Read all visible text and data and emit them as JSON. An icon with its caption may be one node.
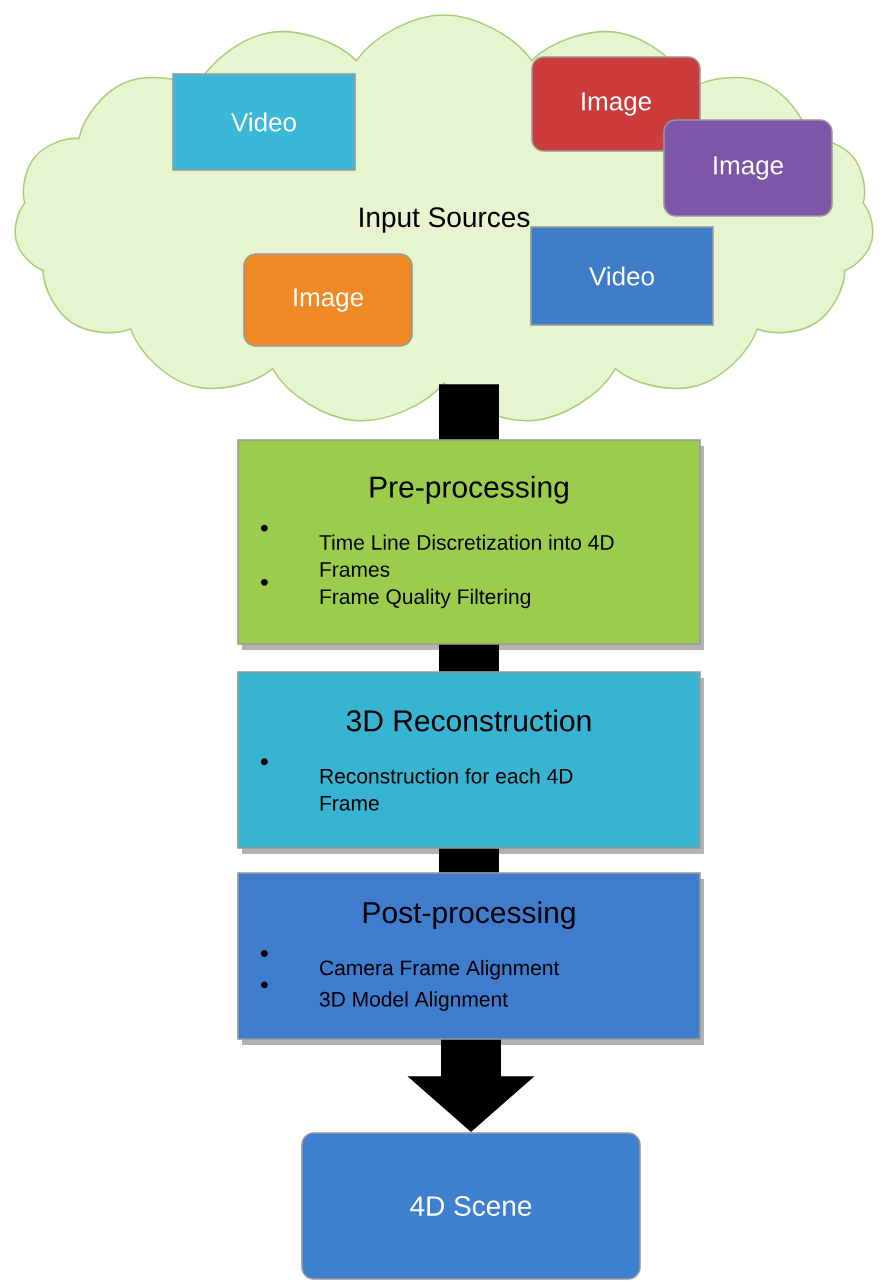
{
  "diagram": {
    "nodes": [
      {
        "text": [
          "Input Sources"
        ]
      },
      {
        "text": [
          "Video"
        ],
        "in": 0
      },
      {
        "text": [
          "Image"
        ],
        "in": 0
      },
      {
        "text": [
          "Image"
        ],
        "in": 0
      },
      {
        "text": [
          "Image"
        ],
        "in": 0
      },
      {
        "text": [
          "Video"
        ],
        "in": 0
      },
      {
        "text": [
          "Pre-processing",
          "Time Line Discretization into 4D Frames",
          "Frame Quality Filtering"
        ]
      },
      {
        "text": [
          "3D Reconstruction",
          "Reconstruction for each 4D Frame"
        ]
      },
      {
        "text": [
          "Post-processing",
          "Camera Frame Alignment",
          "3D Model Alignment"
        ]
      },
      {
        "text": [
          "4D Scene"
        ]
      }
    ],
    "edges": [
      {
        "from": 0,
        "to": 6,
        "arrow": "none"
      },
      {
        "from": 6,
        "to": 7,
        "arrow": "none"
      },
      {
        "from": 7,
        "to": 8,
        "arrow": "none"
      },
      {
        "from": 8,
        "to": 9,
        "arrow": "to"
      }
    ]
  }
}
